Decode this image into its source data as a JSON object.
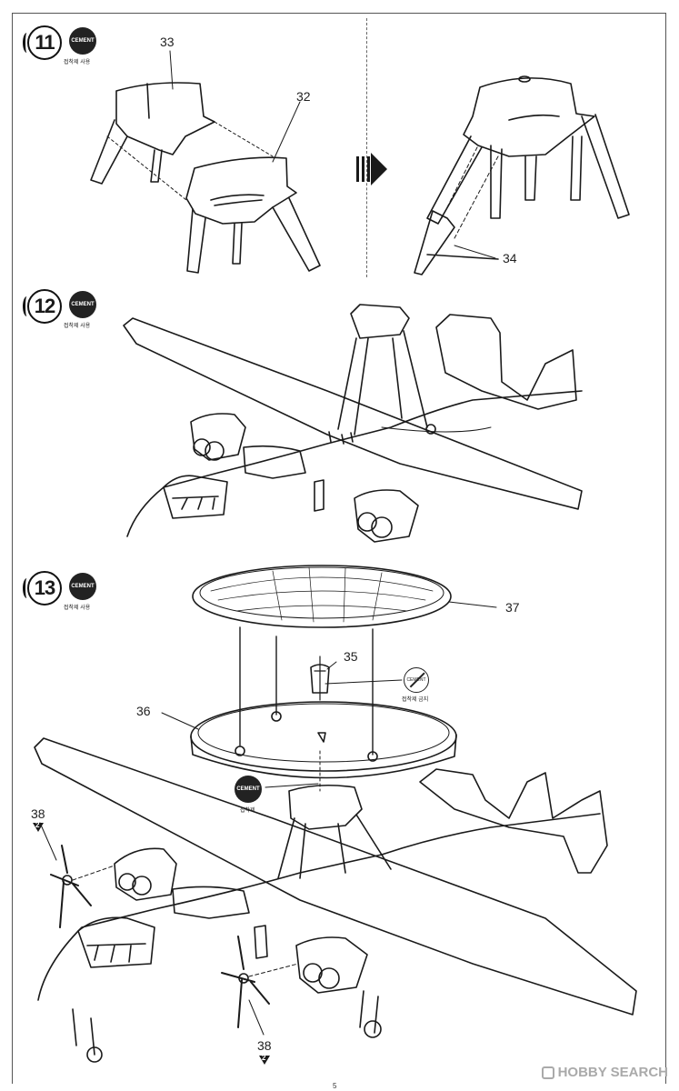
{
  "steps": [
    {
      "number": "11",
      "cement_badge": "CEMENT",
      "cement_note": "접착제 사용"
    },
    {
      "number": "12",
      "cement_badge": "CEMENT",
      "cement_note": "접착제 사용"
    },
    {
      "number": "13",
      "cement_badge": "CEMENT",
      "cement_note": "접착제 사용"
    }
  ],
  "parts": {
    "p33": "33",
    "p32": "32",
    "p34": "34",
    "p37": "37",
    "p35": "35",
    "p36": "36",
    "p38a": "38",
    "p38b": "38",
    "p38a_sheet": "2",
    "p38b_sheet": "2"
  },
  "no_cement": {
    "badge": "CEMENT",
    "note": "접착제 금지"
  },
  "cement_callout": {
    "badge": "CEMENT",
    "note": "접착제"
  },
  "watermark": "HOBBY SEARCH",
  "page_number": "5"
}
